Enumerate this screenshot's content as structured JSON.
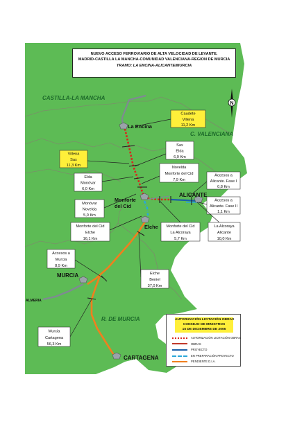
{
  "header": {
    "line1": "NUEVO ACCESO FERROVIARIO DE ALTA VELOCIDAD DE LEVANTE.",
    "line2": "MADRID-CASTILLA LA MANCHA-COMUNIDAD VALENCIANA-REGION DE MURCIA",
    "line3": "TRAMO: LA ENCINA-ALICANTE/MURCIA"
  },
  "regions": {
    "castilla": "CASTILLA-LA MANCHA",
    "valenciana": "C. VALENCIANA",
    "murcia": "R. DE MURCIA"
  },
  "compass": {
    "label": "N"
  },
  "places": {
    "la_encina": "La Encina",
    "monforte": "Monforte",
    "monforte2": "del Cid",
    "alicante": "ALICANTE",
    "elche": "Elche",
    "murcia": "MURCIA",
    "almeria": "ALMERIA",
    "cartagena": "CARTAGENA"
  },
  "segments": {
    "caudete": [
      "Caudete",
      "Villena",
      "11,2 Km"
    ],
    "villena": [
      "Villena",
      "Sax",
      "11,3 Km"
    ],
    "sax": [
      "Sax",
      "Elda",
      "6,9 Km"
    ],
    "elda": [
      "Elda",
      "Monóvar",
      "6,0 Km"
    ],
    "novelda": [
      "Novelda",
      "Monforte del Cid",
      "7,9 Km"
    ],
    "monovar": [
      "Monóvar",
      "Novelda",
      "5,0 Km"
    ],
    "acc_alc1": [
      "Accesos a",
      "Alicante. Fase I",
      "0,8 Km"
    ],
    "acc_alc2": [
      "Accesos a",
      "Alicante. Fase II",
      "1,1 Km"
    ],
    "mon_elche": [
      "Monforte del Cid",
      "Elche",
      "16,1 Km"
    ],
    "mon_alcoraya": [
      "Monforte del Cid",
      "La Alcoraya",
      "5,7 Km"
    ],
    "alcoraya": [
      "La Alcoraya",
      "Alicante",
      "10,0 Km"
    ],
    "acc_murcia": [
      "Accesos a",
      "Murcia",
      "8,9 Km"
    ],
    "elche_beniel": [
      "Elche",
      "Beniel",
      "37,0 Km"
    ],
    "murcia_cart": [
      "Murcia",
      "Cartagena",
      "56,3 Km"
    ]
  },
  "legend": {
    "title1": "AUTORIZACIÓN LICITACIÓN OBRAS",
    "title2": "CONSEJO DE MINISTROS",
    "title3": "15 DE DICIEMBRE DE 2006",
    "items": [
      {
        "label": "AUTORIZACIÓN LICITACIÓN OBRAS",
        "color": "#d9261c",
        "style": "dotted"
      },
      {
        "label": "OBRAS",
        "color": "#c0392b",
        "style": "solid"
      },
      {
        "label": "PROYECTO",
        "color": "#1a5fa8",
        "style": "solid"
      },
      {
        "label": "EN PREPARACIÓN PROYECTO",
        "color": "#2aa7d8",
        "style": "dashdot"
      },
      {
        "label": "PENDIENTE D.I.A.",
        "color": "#f07f1e",
        "style": "solid"
      }
    ]
  },
  "colors": {
    "land": "#5dbb55",
    "sea": "#ffffff",
    "border": "#7a8f6a",
    "yellow_box": "#ffef3a",
    "rail_gray": "#7f8a93"
  }
}
